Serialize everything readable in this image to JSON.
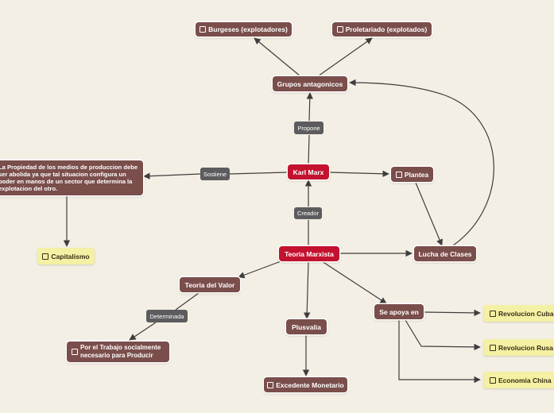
{
  "nodes": {
    "burgeses": "Burgeses (explotadores)",
    "proletariado": "Proletariado (explotados)",
    "grupos": "Grupos antagonicos",
    "karl_marx": "Karl Marx",
    "propiedad": "La Propiedad de los medios de produccion debe ser abolida ya que tal situacion configura un poder en manos de un sector que determina la explotacion del otro.",
    "plantea": "Plantea",
    "capitalismo": "Capitalismo",
    "teoria_marxista": "Teoria Marxista",
    "lucha": "Lucha de Clases",
    "teoria_valor": "Teoria del Valor",
    "plusvalia": "Plusvalia",
    "se_apoya": "Se apoya en",
    "trabajo": "Por el Trabajo socialmente necesario para Producir",
    "excedente": "Excedente Monetario",
    "rev_cubana": "Revolucion Cubana",
    "rev_rusa": "Revolucion Rusa",
    "economia_china": "Economia China"
  },
  "labels": {
    "propone": "Propone",
    "sostiene": "Sostiene",
    "creador": "Creador",
    "determinada": "Determinada"
  },
  "colors": {
    "background": "#f4efe4",
    "topic": "#7a4e4b",
    "central": "#c3122f",
    "leaf": "#f4f0a4",
    "label": "#5c5c5e",
    "line": "#3e3e3e"
  }
}
